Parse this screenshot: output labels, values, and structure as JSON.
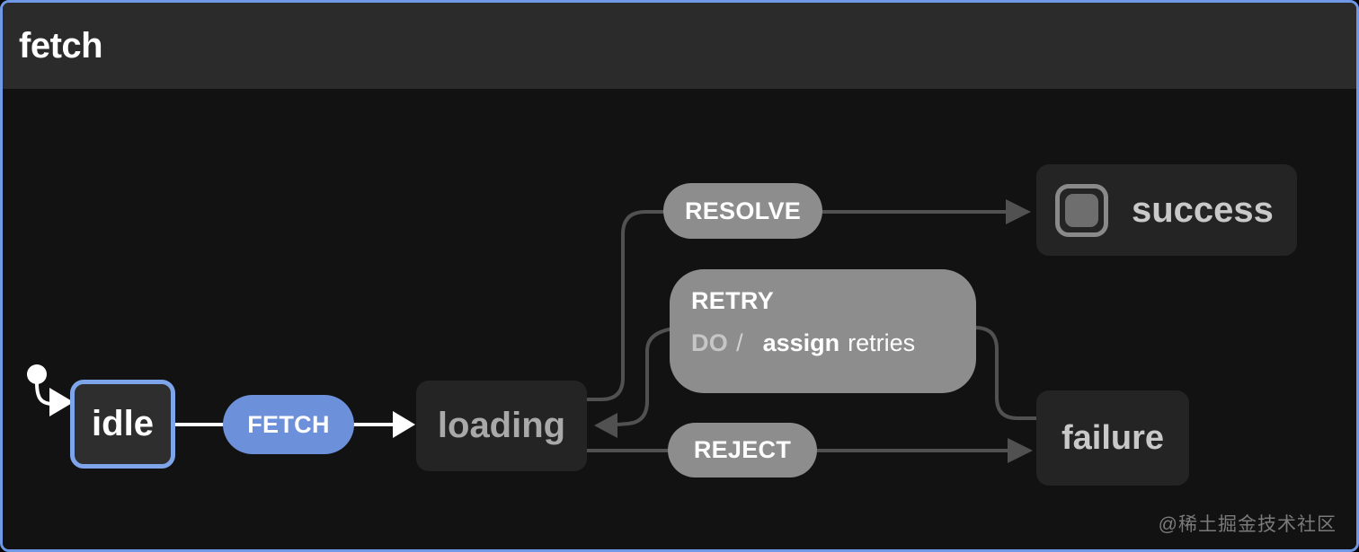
{
  "machine": {
    "title": "fetch",
    "type": "state-machine-diagram"
  },
  "states": {
    "idle": {
      "label": "idle",
      "kind": "normal",
      "selected": true
    },
    "loading": {
      "label": "loading",
      "kind": "normal"
    },
    "success": {
      "label": "success",
      "kind": "final"
    },
    "failure": {
      "label": "failure",
      "kind": "normal"
    }
  },
  "events": {
    "fetch": {
      "label": "FETCH"
    },
    "resolve": {
      "label": "RESOLVE"
    },
    "retry": {
      "label": "RETRY",
      "do_keyword": "DO",
      "slash": "/",
      "action_name": "assign",
      "action_arg": "retries"
    },
    "reject": {
      "label": "REJECT"
    }
  },
  "transitions": [
    {
      "from": "(initial)",
      "event": "",
      "to": "idle"
    },
    {
      "from": "idle",
      "event": "FETCH",
      "to": "loading"
    },
    {
      "from": "loading",
      "event": "RESOLVE",
      "to": "success"
    },
    {
      "from": "loading",
      "event": "REJECT",
      "to": "failure"
    },
    {
      "from": "failure",
      "event": "RETRY",
      "to": "loading",
      "actions": "assign retries"
    }
  ],
  "icons": {
    "initial_state": "initial-state-marker",
    "final_state": "final-state-icon"
  },
  "colors": {
    "machine_border": "#6f98e6",
    "header_bg": "#2b2b2b",
    "canvas_bg": "#121212",
    "state_bg": "#242424",
    "state_text": "#a9a9a9",
    "state_text_bright": "#c9c9c9",
    "selected_state_border": "#7ea4ea",
    "event_blue": "#6d90da",
    "event_gray": "#8d8d8d",
    "edge_gray": "#515151",
    "edge_white": "#ffffff"
  },
  "watermark": {
    "text": "@稀土掘金技术社区"
  }
}
